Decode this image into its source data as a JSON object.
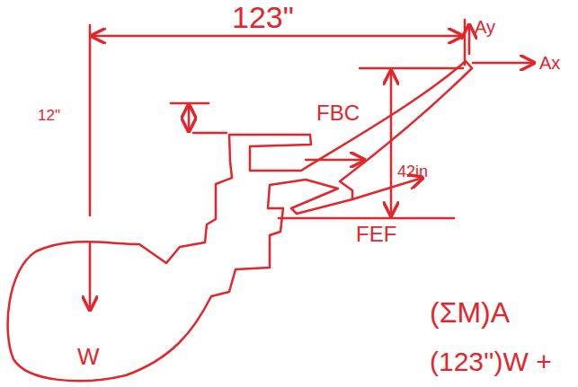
{
  "diagram": {
    "labels": [
      "123\"",
      "Ay",
      "Ax",
      "12\"",
      "FBC",
      "42in",
      "FEF",
      "W",
      "(ΣM)A",
      "(123'')W +"
    ]
  }
}
